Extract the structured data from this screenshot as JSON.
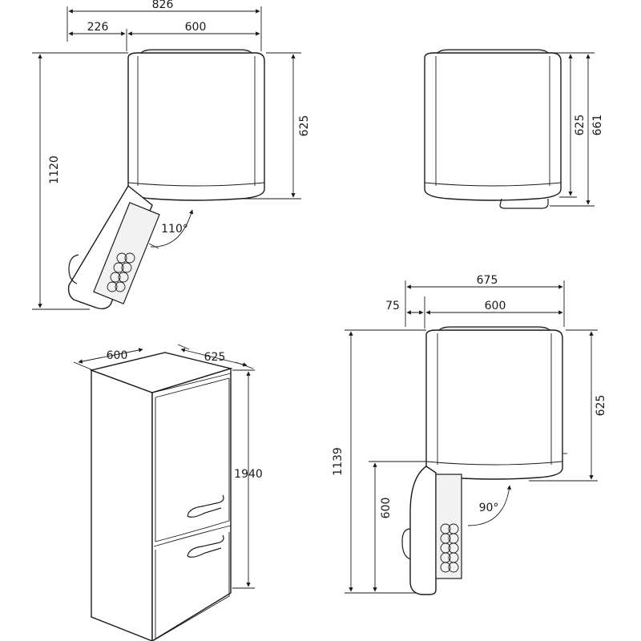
{
  "views": {
    "top_left": {
      "dims": [
        "826",
        "226",
        "600",
        "625",
        "1120"
      ],
      "angle": "110°"
    },
    "top_right": {
      "dims": [
        "625",
        "661"
      ]
    },
    "perspective": {
      "dims": [
        "600",
        "625",
        "1940"
      ]
    },
    "bottom_right": {
      "dims": [
        "675",
        "75",
        "600",
        "1139",
        "625",
        "600"
      ],
      "angle": "90°"
    }
  }
}
